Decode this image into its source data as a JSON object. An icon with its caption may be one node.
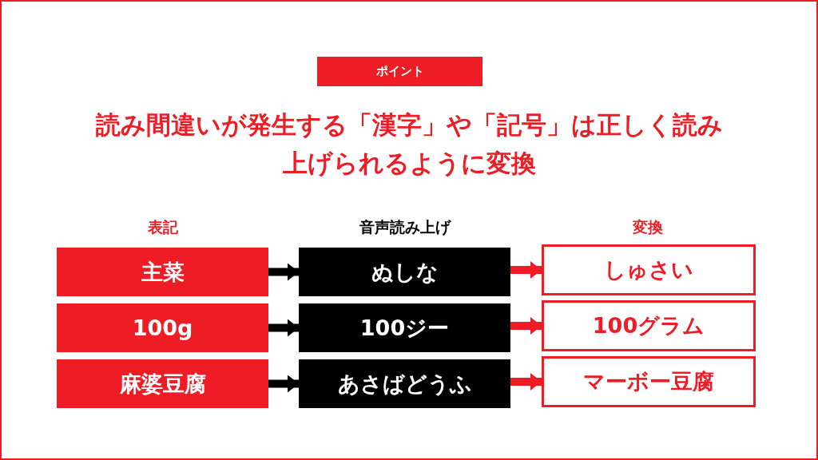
{
  "diagram": {
    "title": "読み間違いが発生する「漢字」や「記号」は正しく読み上げられるように変換",
    "nodes": [
      {
        "text": [
          "ポイント"
        ]
      },
      {
        "text": [
          "主菜"
        ]
      },
      {
        "text": [
          "ぬしな"
        ]
      },
      {
        "text": [
          "しゅさい"
        ]
      },
      {
        "text": [
          "100g"
        ]
      },
      {
        "text": [
          "100ジー"
        ]
      },
      {
        "text": [
          "100グラム"
        ]
      },
      {
        "text": [
          "麻婆豆腐"
        ]
      },
      {
        "text": [
          "あさばどうふ"
        ]
      },
      {
        "text": [
          "マーボー豆腐"
        ]
      }
    ],
    "edges": [
      {
        "from": 1,
        "to": 2,
        "arrow": "to",
        "color": "#000000"
      },
      {
        "from": 2,
        "to": 3,
        "arrow": "to",
        "color": "#ee1c25"
      },
      {
        "from": 4,
        "to": 5,
        "arrow": "to",
        "color": "#000000"
      },
      {
        "from": 5,
        "to": 6,
        "arrow": "to",
        "color": "#ee1c25"
      },
      {
        "from": 7,
        "to": 8,
        "arrow": "to",
        "color": "#000000"
      },
      {
        "from": 8,
        "to": 9,
        "arrow": "to",
        "color": "#ee1c25"
      }
    ],
    "labels": [
      "表記",
      "音声読み上げ",
      "変換"
    ]
  }
}
